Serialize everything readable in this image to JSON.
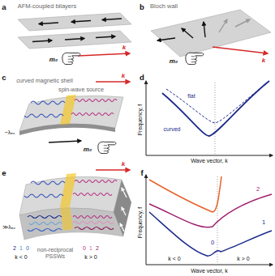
{
  "diagram": {
    "labels": [
      "a",
      "AFM-coupled bilayers",
      "m₀",
      "k",
      "b",
      "Bloch wall",
      "m₀",
      "k",
      "c",
      "curved magnetic shell",
      "spin-wave source",
      "~λₑₓ",
      "k",
      "m₀",
      "d",
      "Frequency, f",
      "Wave vector, k",
      "flat",
      "curved",
      "e",
      "≫λₑₓ",
      "k",
      "2",
      "1",
      "0",
      "k < 0",
      "non-reciprocal PSSWs",
      "k > 0",
      "0",
      "1",
      "2",
      "f",
      "Frequency, f",
      "Wave vector, k",
      "2",
      "1",
      "0",
      "k < 0",
      "k > 0"
    ]
  }
}
